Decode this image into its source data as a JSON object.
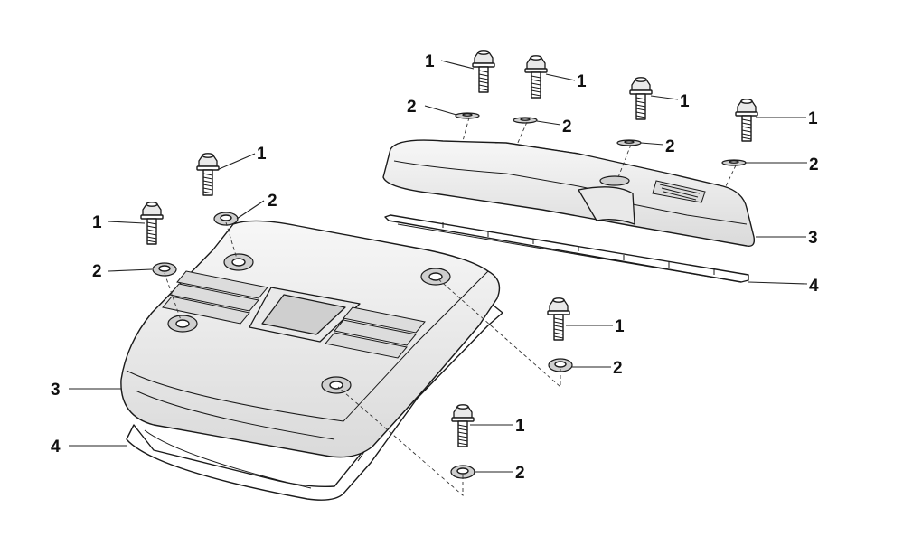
{
  "diagram": {
    "callouts": {
      "bolt": "1",
      "washer": "2",
      "cover": "3",
      "gasket": "4"
    },
    "colors": {
      "line": "#1a1a1a",
      "fill": "#ffffff",
      "shade": "#e9e9e9"
    }
  }
}
